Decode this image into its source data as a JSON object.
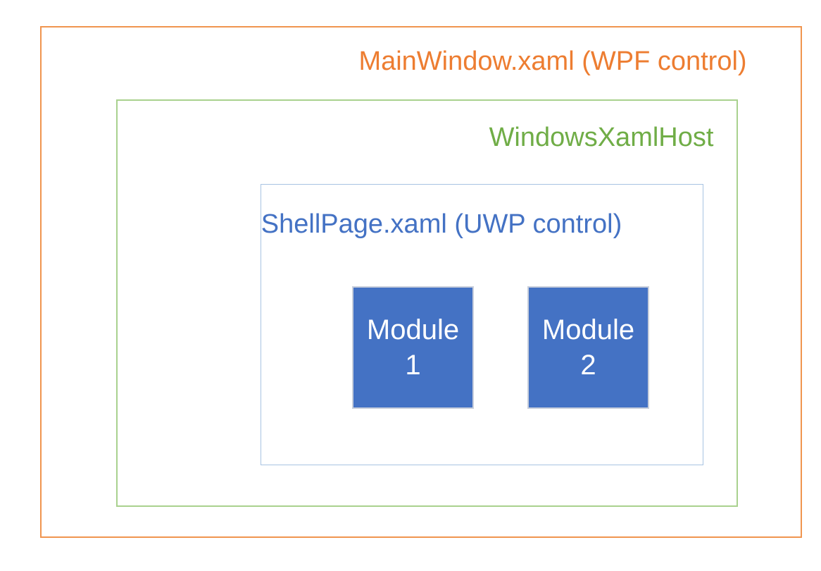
{
  "page": {
    "background_color": "#FFFFFF"
  },
  "diagram": {
    "main_window": {
      "label": "MainWindow.xaml (WPF control)",
      "text_color": "#ED7D31",
      "border_color": "#F0954F"
    },
    "xaml_host": {
      "label": "WindowsXamlHost",
      "text_color": "#70AD47",
      "border_color": "#A9D18E"
    },
    "shell_page": {
      "label": "ShellPage.xaml (UWP control)",
      "text_color": "#4472C4",
      "border_color": "#A8C3E2"
    },
    "modules": [
      {
        "lines": [
          "Module",
          "1"
        ],
        "fill_color": "#4472C4",
        "border_color": "#C9CFDC",
        "text_color": "#FFFFFF"
      },
      {
        "lines": [
          "Module",
          "2"
        ],
        "fill_color": "#4472C4",
        "border_color": "#C9CFDC",
        "text_color": "#FFFFFF"
      }
    ]
  }
}
